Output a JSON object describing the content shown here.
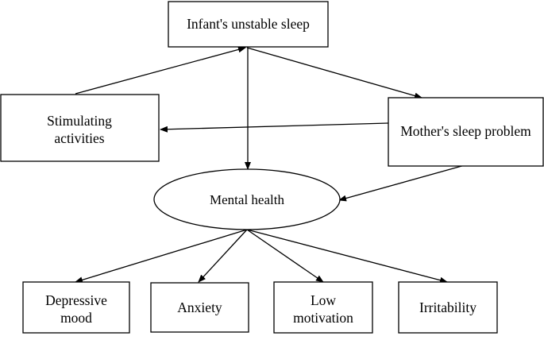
{
  "diagram": {
    "nodes": {
      "infant": {
        "lines": [
          "Infant's unstable sleep"
        ]
      },
      "stimulating": {
        "lines": [
          "Stimulating",
          "activities"
        ]
      },
      "mother": {
        "lines": [
          "Mother's sleep problem"
        ]
      },
      "mental": {
        "lines": [
          "Mental health"
        ]
      },
      "depressive": {
        "lines": [
          "Depressive",
          "mood"
        ]
      },
      "anxiety": {
        "lines": [
          "Anxiety"
        ]
      },
      "low": {
        "lines": [
          "Low",
          "motivation"
        ]
      },
      "irritability": {
        "lines": [
          "Irritability"
        ]
      }
    }
  }
}
